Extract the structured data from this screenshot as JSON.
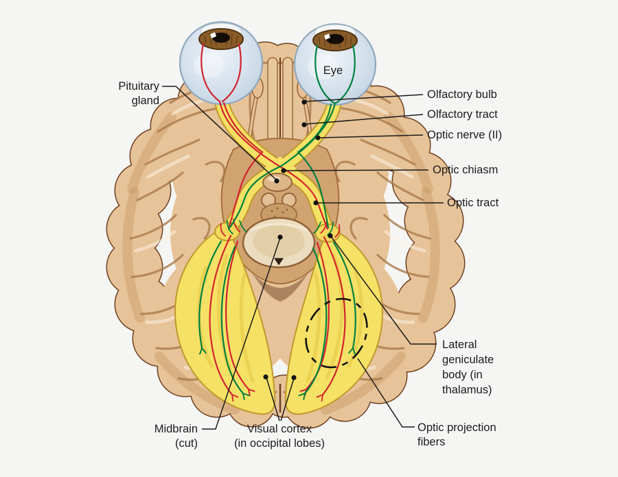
{
  "figure": {
    "labels": {
      "pituitary": {
        "text": "Pituitary\ngland"
      },
      "eye": {
        "text": "Eye"
      },
      "olfactory_bulb": {
        "text": "Olfactory bulb"
      },
      "olfactory_tract": {
        "text": "Olfactory tract"
      },
      "optic_nerve": {
        "text": "Optic nerve (II)"
      },
      "optic_chiasm": {
        "text": "Optic chiasm"
      },
      "optic_tract": {
        "text": "Optic tract"
      },
      "lateral_geniculate": {
        "text": "Lateral\ngeniculate\nbody (in\nthalamus)"
      },
      "optic_projection": {
        "text": "Optic projection\nfibers"
      },
      "midbrain": {
        "text": "Midbrain\n(cut)"
      },
      "visual_cortex": {
        "text": "Visual cortex\n(in occipital lobes)"
      }
    },
    "palette": {
      "background": "#f5f5f4",
      "brain": "#e7c399",
      "brain_outline": "#6e4120",
      "pathway_yellow": "#f5e165",
      "pathway_edge": "#bf982c",
      "fiber_red": "#d2232e",
      "fiber_green": "#00813f",
      "eye_blue": "#cddcea",
      "iris_brown": "#8a5c28",
      "label_text": "#1b1b1b",
      "leader_line": "#1a1a1a"
    }
  }
}
